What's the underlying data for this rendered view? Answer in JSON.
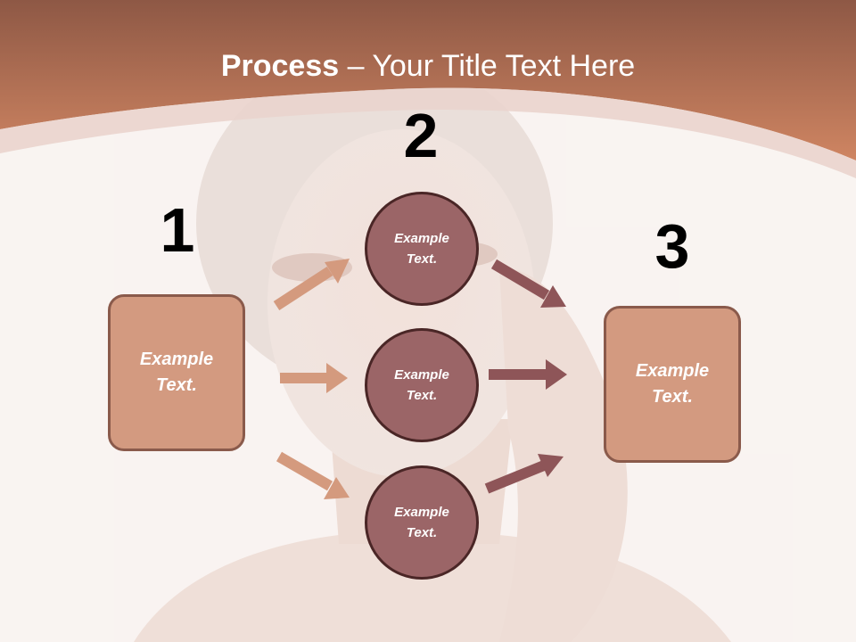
{
  "title": {
    "bold": "Process",
    "rest": " – Your Title Text Here"
  },
  "steps": {
    "one": "1",
    "two": "2",
    "three": "3"
  },
  "left_box": {
    "line1": "Example",
    "line2": "Text."
  },
  "right_box": {
    "line1": "Example",
    "line2": "Text."
  },
  "circles": [
    {
      "line1": "Example",
      "line2": "Text."
    },
    {
      "line1": "Example",
      "line2": "Text."
    },
    {
      "line1": "Example",
      "line2": "Text."
    }
  ],
  "colors": {
    "header": "#c77e5f",
    "box_fill": "#d39a80",
    "box_border": "#8a5a4b",
    "circle_fill": "#9b6567",
    "circle_border": "#4a2626",
    "arrow_left": "#d49a7e",
    "arrow_right": "#8e5558"
  },
  "background_image": {
    "icon": "woman-face-photo"
  }
}
